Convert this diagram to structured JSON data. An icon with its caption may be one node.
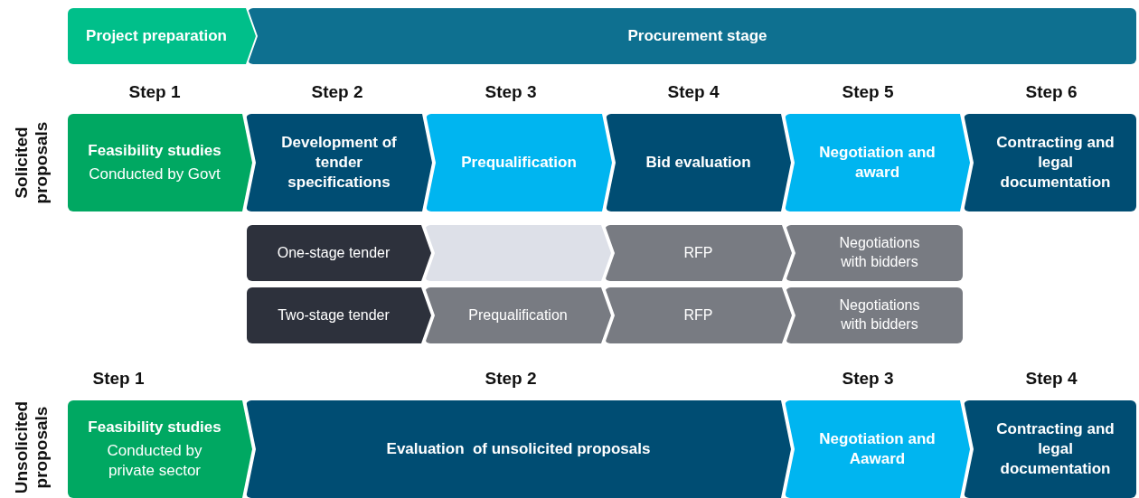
{
  "diagram": {
    "nodes": [
      {
        "text": [
          "Project preparation"
        ]
      },
      {
        "text": [
          "Procurement stage"
        ]
      },
      {
        "text": [
          "Feasibility studies",
          "Conducted by Govt"
        ]
      },
      {
        "text": [
          "Development of tender specifications"
        ]
      },
      {
        "text": [
          "Prequalification"
        ]
      },
      {
        "text": [
          "Bid evaluation"
        ]
      },
      {
        "text": [
          "Negotiation and award"
        ]
      },
      {
        "text": [
          "Contracting and legal documentation"
        ]
      },
      {
        "text": [
          "One-stage tender"
        ]
      },
      {
        "text": [],
        "shape": "chevron"
      },
      {
        "text": [
          "RFP"
        ]
      },
      {
        "text": [
          "Negotiations with bidders"
        ]
      },
      {
        "text": [
          "Two-stage tender"
        ]
      },
      {
        "text": [
          "Prequalification"
        ]
      },
      {
        "text": [
          "RFP"
        ]
      },
      {
        "text": [
          "Negotiations with bidders"
        ]
      },
      {
        "text": [
          "Feasibility studies",
          "Conducted by private sector"
        ]
      },
      {
        "text": [
          "Evaluation  of unsolicited proposals"
        ]
      },
      {
        "text": [
          "Negotiation and Aaward"
        ]
      },
      {
        "text": [
          "Contracting and legal documentation"
        ]
      }
    ],
    "labels": [
      "Step 1",
      "Step 2",
      "Step 3",
      "Step 4",
      "Step 5",
      "Step 6",
      "Solicited proposals",
      "Step 1",
      "Step 2",
      "Step 3",
      "Step 4",
      "Unsolicited proposals"
    ]
  }
}
